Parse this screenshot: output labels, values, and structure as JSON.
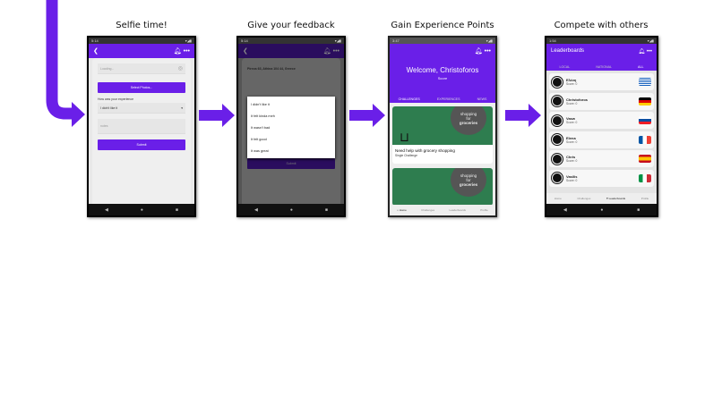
{
  "titles": [
    "Selfie time!",
    "Give your feedback",
    "Gain Experience Points",
    "Compete with others"
  ],
  "status_times": [
    "5:14",
    "5:14",
    "3:47",
    "1:54"
  ],
  "colors": {
    "accent": "#6a1fe8",
    "card_green": "#2e7d4f"
  },
  "screen1": {
    "location_placeholder": "Loading...",
    "select_photos": "Select Photos...",
    "experience_label": "How was your experience",
    "experience_value": "I didn't like it",
    "notes_placeholder": "notes",
    "submit": "Submit"
  },
  "screen2": {
    "address": "Pireos 63, Athina 104 44, Greece",
    "options": [
      "I didn't like it",
      "It felt kinda meh",
      "It wasn't bad",
      "It felt good",
      "It was great"
    ],
    "submit": "Submit"
  },
  "screen3": {
    "welcome": "Welcome, Christoforos",
    "score": "Score",
    "tabs": [
      "CHALLENGES",
      "EXPERIENCES",
      "NEWS"
    ],
    "card_image_text": [
      "shopping",
      "for",
      "groceries"
    ],
    "card_title": "Need help with grocery shopping",
    "card_subtitle": "Single Challenge",
    "bottom_nav": [
      "Home",
      "Challenges",
      "Leaderboards",
      "Profile"
    ]
  },
  "screen4": {
    "title": "Leaderboards",
    "tabs": [
      "LOCAL",
      "NATIONAL",
      "ALL"
    ],
    "entries": [
      {
        "name": "Ελένη",
        "score": "Score: 0",
        "flag": "greece"
      },
      {
        "name": "Christoforos",
        "score": "Score: 0",
        "flag": "germany"
      },
      {
        "name": "Vasw",
        "score": "Score: 0",
        "flag": "slovakia"
      },
      {
        "name": "Elena",
        "score": "Score: 0",
        "flag": "france"
      },
      {
        "name": "Chris",
        "score": "Score: 0",
        "flag": "spain"
      },
      {
        "name": "Vasilis",
        "score": "Score: 0",
        "flag": "italy"
      }
    ],
    "bottom_nav": [
      "Home",
      "Challenges",
      "Leaderboards",
      "Profile"
    ]
  }
}
